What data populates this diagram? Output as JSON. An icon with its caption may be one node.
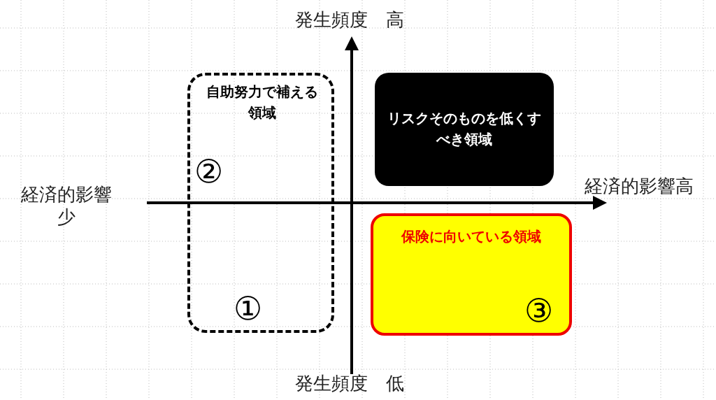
{
  "diagram": {
    "nodes": [
      {
        "text": [
          "自助努力で補える領域",
          "②",
          "①"
        ]
      },
      {
        "text": [
          "リスクそのものを低くすべき領域"
        ]
      },
      {
        "text": [
          "保険に向いている領域",
          "③"
        ]
      }
    ],
    "labels": [
      "発生頻度　高",
      "経済的影響少",
      "経済的影響高",
      "発生頻度　低"
    ]
  }
}
